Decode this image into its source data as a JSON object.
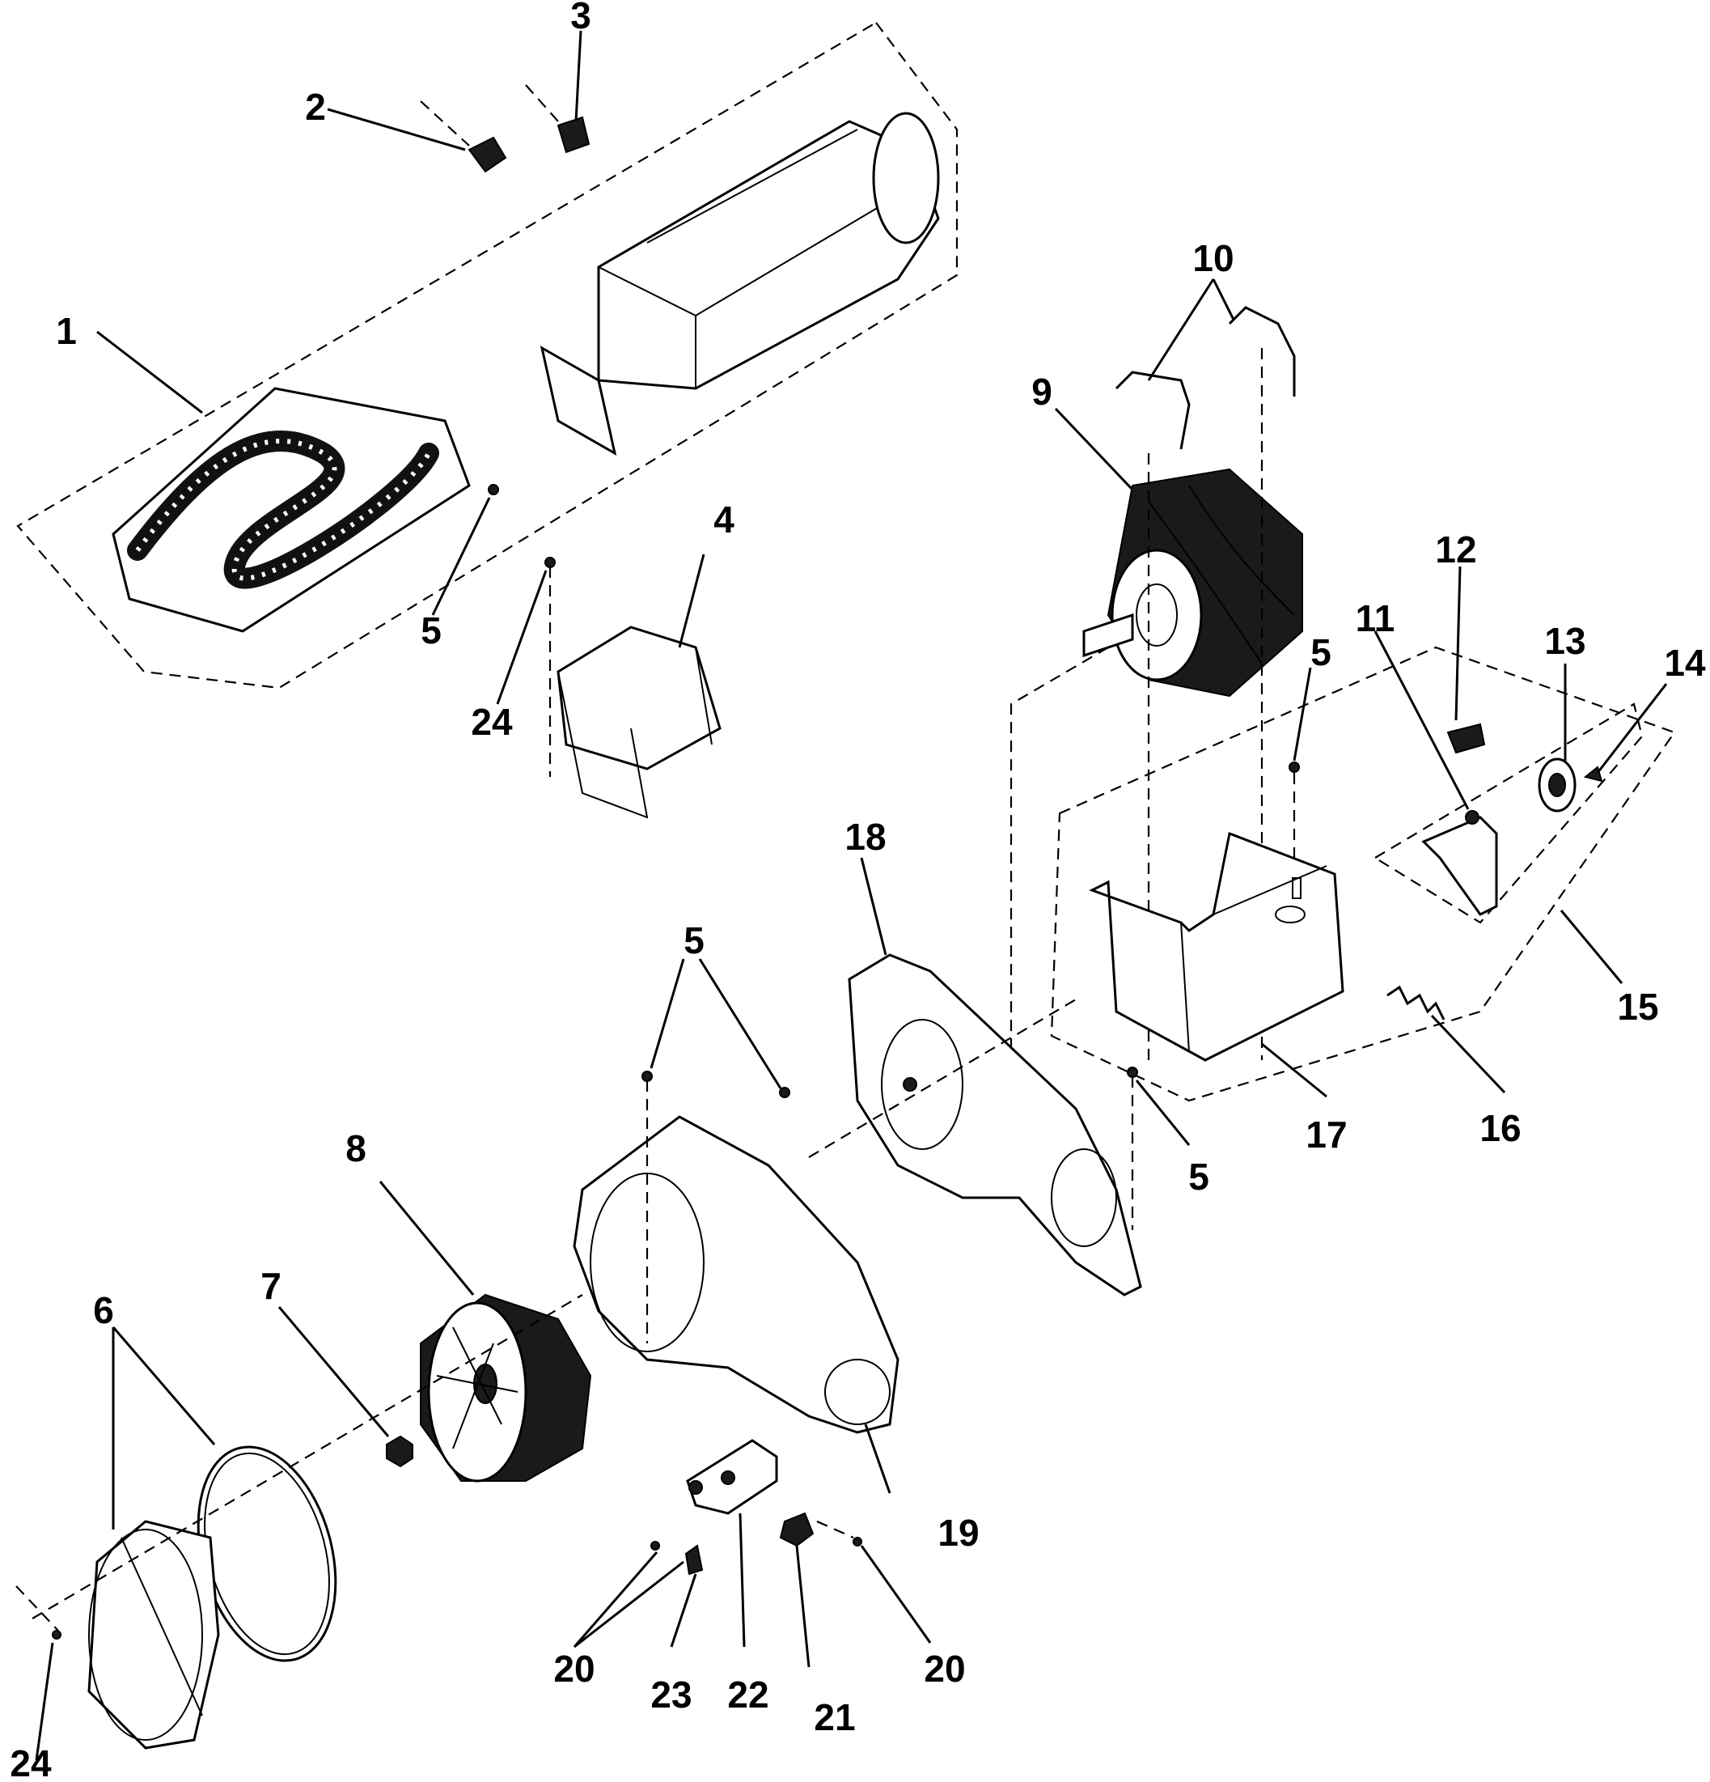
{
  "labels": {
    "l1": "1",
    "l2": "2",
    "l3": "3",
    "l4": "4",
    "l5a": "5",
    "l5b": "5",
    "l5c": "5",
    "l5d": "5",
    "l6": "6",
    "l7": "7",
    "l8": "8",
    "l9": "9",
    "l10": "10",
    "l11": "11",
    "l12": "12",
    "l13": "13",
    "l14": "14",
    "l15": "15",
    "l16": "16",
    "l17": "17",
    "l18": "18",
    "l19": "19",
    "l20a": "20",
    "l20b": "20",
    "l21": "21",
    "l22": "22",
    "l23": "23",
    "l24a": "24",
    "l24b": "24"
  },
  "colors": {
    "ink": "#000000",
    "paper": "#ffffff"
  }
}
